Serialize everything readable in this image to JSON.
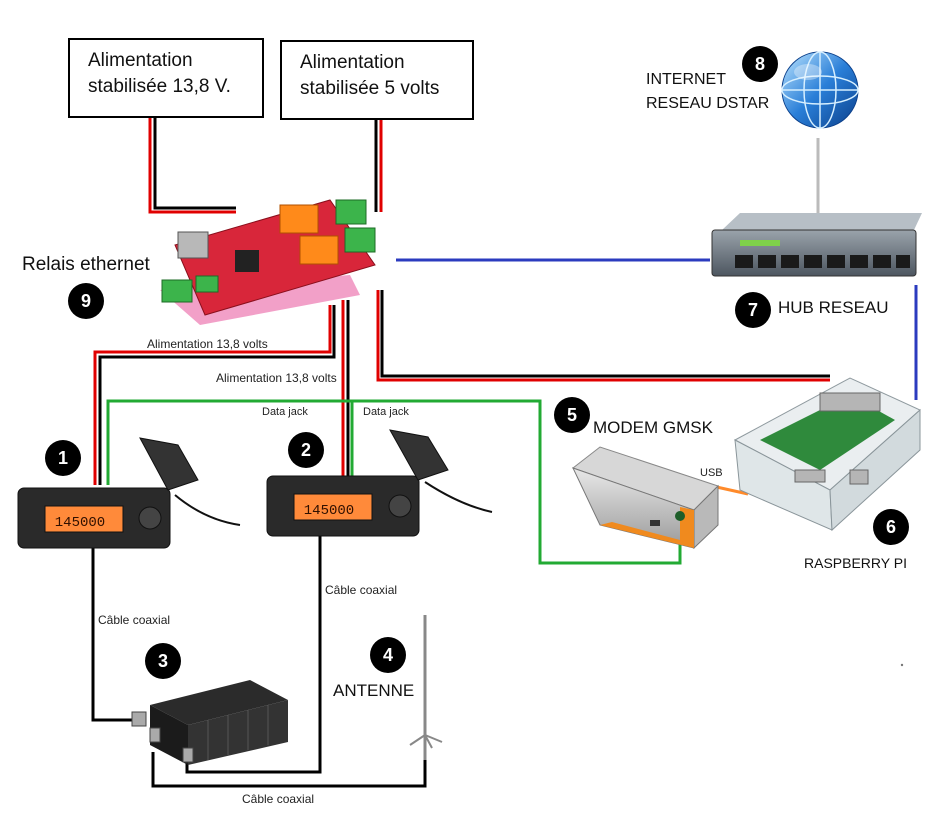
{
  "boxes": {
    "psu138": [
      "Alimentation",
      "stabilisée 13,8 V."
    ],
    "psu5": [
      "Alimentation",
      "stabilisée 5 volts"
    ]
  },
  "labels": {
    "relais": "Relais ethernet",
    "internet": [
      "INTERNET",
      "RESEAU DSTAR"
    ],
    "hub": "HUB RESEAU",
    "modem": "MODEM GMSK",
    "raspberry": "RASPBERRY PI",
    "antenne": "ANTENNE",
    "usb": "USB",
    "alim1": "Alimentation 13,8 volts",
    "alim2": "Alimentation 13,8 volts",
    "datajack1": "Data jack",
    "datajack2": "Data jack",
    "coax1": "Câble coaxial",
    "coax2": "Câble coaxial",
    "coax3": "Câble coaxial"
  },
  "badges": {
    "b1": "1",
    "b2": "2",
    "b3": "3",
    "b4": "4",
    "b5": "5",
    "b6": "6",
    "b7": "7",
    "b8": "8",
    "b9": "9"
  },
  "colors": {
    "power_red": "#e00000",
    "ground_black": "#000000",
    "network_blue": "#2b3bbf",
    "data_green": "#22aa33",
    "internet_gray": "#bbbbbb",
    "usb_orange": "#ff8a2a"
  }
}
